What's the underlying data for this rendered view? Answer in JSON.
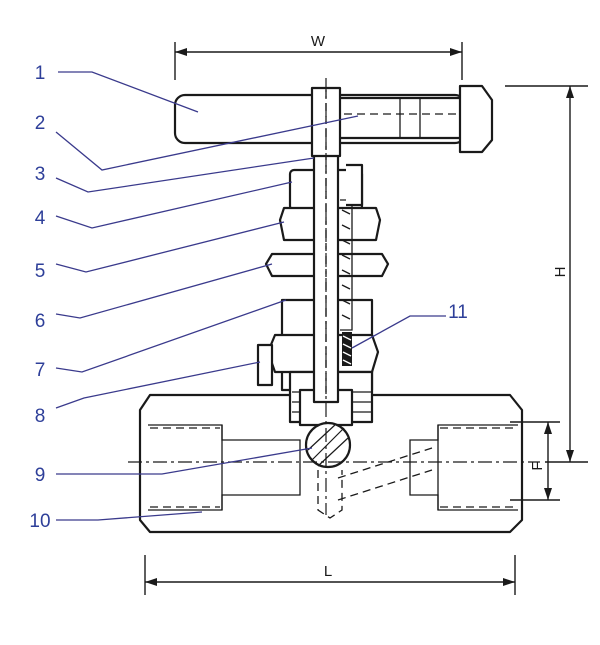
{
  "callouts": [
    {
      "number": "1"
    },
    {
      "number": "2"
    },
    {
      "number": "3"
    },
    {
      "number": "4"
    },
    {
      "number": "5"
    },
    {
      "number": "6"
    },
    {
      "number": "7"
    },
    {
      "number": "8"
    },
    {
      "number": "9"
    },
    {
      "number": "10"
    },
    {
      "number": "11"
    }
  ],
  "dimensions": {
    "width": "W",
    "height": "H",
    "length": "L",
    "port_center": "F"
  },
  "colors": {
    "callout_text": "#2e3f99",
    "leader_line": "#3a3a8c",
    "outline": "#1a1a1a"
  }
}
